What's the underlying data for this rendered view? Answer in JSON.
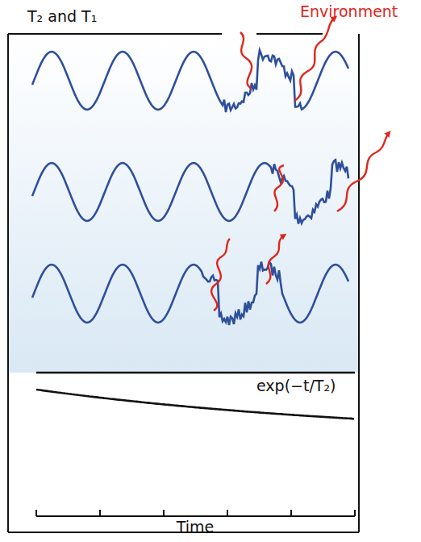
{
  "diagram": {
    "labels": [
      "T₂ and T₁",
      "Environment",
      "exp(−t/T₂)",
      "Time"
    ]
  }
}
